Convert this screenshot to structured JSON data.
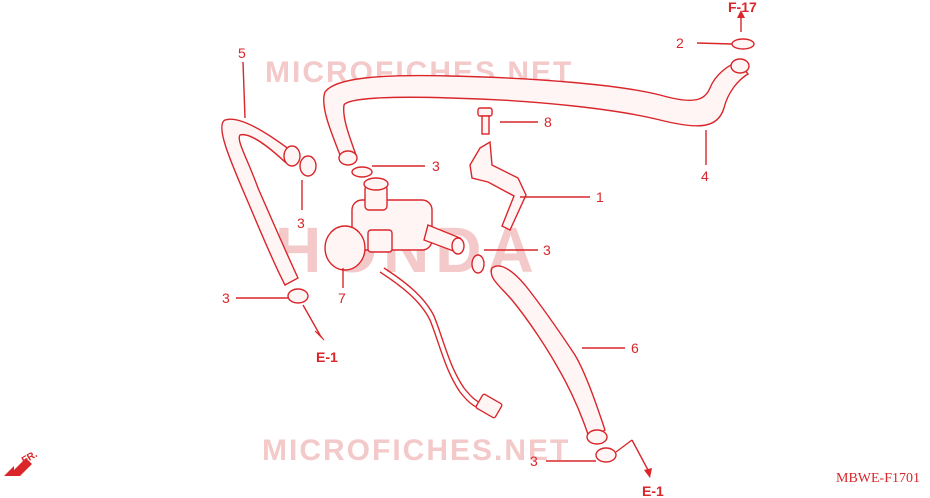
{
  "watermarks": {
    "top": "MICROFICHES.NET",
    "brand": "HONDA",
    "bottom": "MICROFICHES.NET"
  },
  "callouts": {
    "c1": "1",
    "c2": "2",
    "c3a": "3",
    "c3b": "3",
    "c3c": "3",
    "c3d": "3",
    "c3e": "3",
    "c4": "4",
    "c5": "5",
    "c6": "6",
    "c7": "7",
    "c8": "8"
  },
  "refs": {
    "f17": "F-17",
    "e1_left": "E-1",
    "e1_bottom": "E-1"
  },
  "front_label": "FR.",
  "diagram_code": "MBWE-F1701",
  "colors": {
    "line": "#d9262b",
    "watermark": "#f3c9c9",
    "background": "#ffffff"
  }
}
